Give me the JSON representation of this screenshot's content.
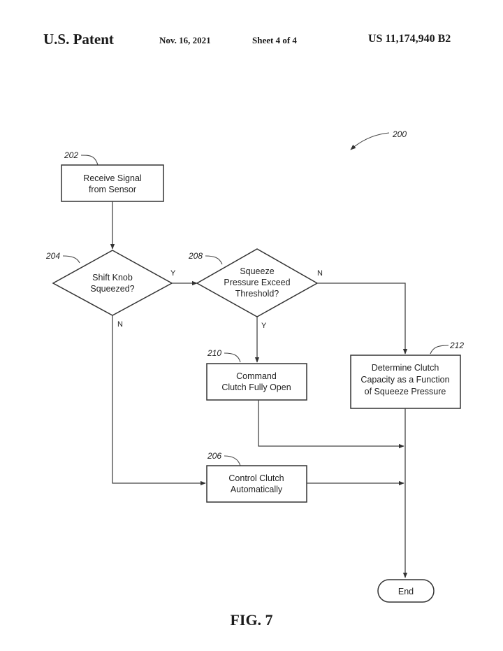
{
  "header": {
    "patent_label": "U.S. Patent",
    "date": "Nov. 16, 2021",
    "sheet": "Sheet 4 of 4",
    "patent_number": "US 11,174,940 B2"
  },
  "figure_label": "FIG. 7",
  "flowchart": {
    "ref_200": "200",
    "step_202": {
      "ref": "202",
      "line1": "Receive Signal",
      "line2": "from Sensor"
    },
    "decision_204": {
      "ref": "204",
      "line1": "Shift Knob",
      "line2": "Squeezed?",
      "yes": "Y",
      "no": "N"
    },
    "decision_208": {
      "ref": "208",
      "line1": "Squeeze",
      "line2": "Pressure Exceed",
      "line3": "Threshold?",
      "yes": "Y",
      "no": "N"
    },
    "step_210": {
      "ref": "210",
      "line1": "Command",
      "line2": "Clutch Fully Open"
    },
    "step_212": {
      "ref": "212",
      "line1": "Determine Clutch",
      "line2": "Capacity as a Function",
      "line3": "of Squeeze Pressure"
    },
    "step_206": {
      "ref": "206",
      "line1": "Control Clutch",
      "line2": "Automatically"
    },
    "end": {
      "label": "End"
    }
  }
}
